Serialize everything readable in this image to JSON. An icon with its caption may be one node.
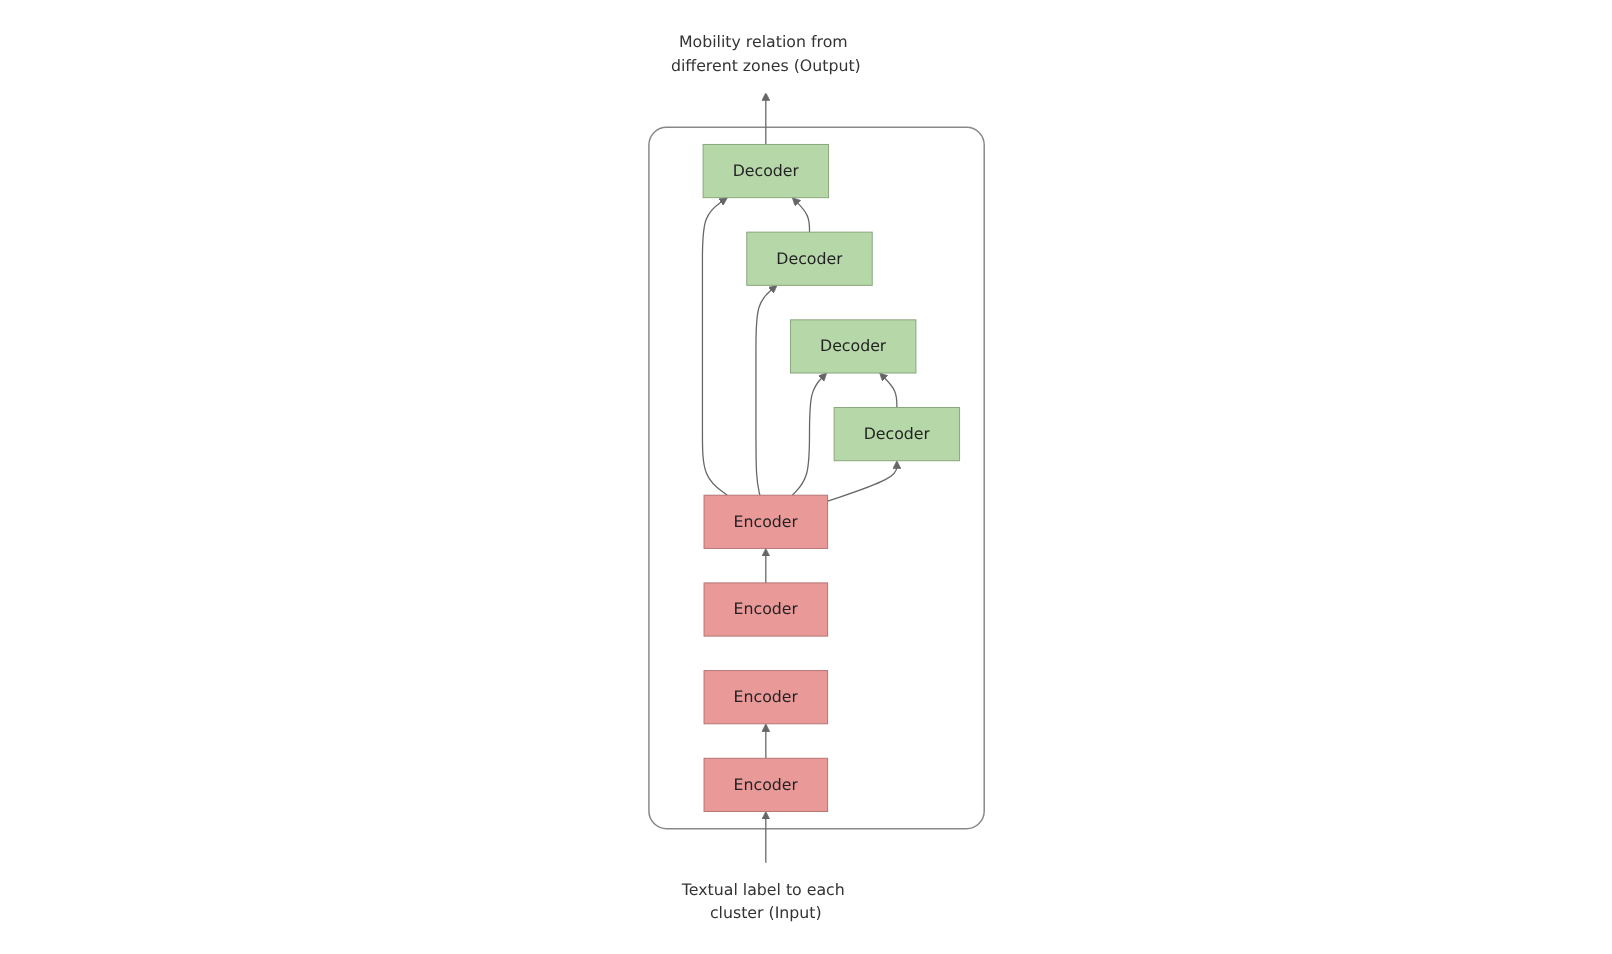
{
  "diagram": {
    "nodes": [
      {
        "text": [],
        "shape": "box"
      },
      {
        "text": [
          "Encoder"
        ],
        "in": 0
      },
      {
        "text": [
          "Encoder"
        ],
        "in": 0
      },
      {
        "text": [
          "Encoder"
        ],
        "in": 0
      },
      {
        "text": [
          "Encoder"
        ],
        "in": 0
      },
      {
        "text": [
          "Decoder"
        ],
        "in": 0
      },
      {
        "text": [
          "Decoder"
        ],
        "in": 0
      },
      {
        "text": [
          "Decoder"
        ],
        "in": 0
      },
      {
        "text": [
          "Decoder"
        ],
        "in": 0
      },
      {
        "text": [
          "Textual label to each cluster (Input)"
        ]
      },
      {
        "text": [
          "Mobility relation from different zones (Output)"
        ]
      }
    ],
    "edges": [
      {
        "from": 9,
        "to": 4,
        "arrow": "to"
      },
      {
        "from": 4,
        "to": 3,
        "arrow": "to"
      },
      {
        "from": 2,
        "to": 1,
        "arrow": "to"
      },
      {
        "from": 1,
        "to": 5,
        "arrow": "to"
      },
      {
        "from": 1,
        "to": 6,
        "arrow": "to"
      },
      {
        "from": 1,
        "to": 7,
        "arrow": "to"
      },
      {
        "from": 1,
        "to": 8,
        "arrow": "to"
      },
      {
        "from": 8,
        "to": 7,
        "arrow": "to"
      },
      {
        "from": 6,
        "to": 5,
        "arrow": "to"
      },
      {
        "from": 5,
        "to": 10,
        "arrow": "to"
      }
    ]
  }
}
